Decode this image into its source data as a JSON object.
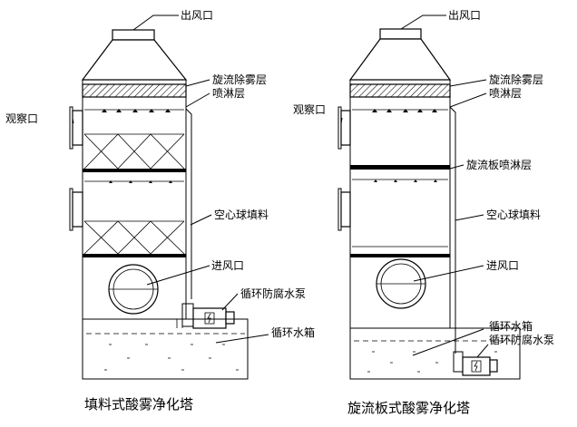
{
  "left_tower": {
    "caption": "填料式酸雾净化塔",
    "labels": {
      "outlet": "出风口",
      "demister": "旋流除雾层",
      "spray": "喷淋层",
      "window": "观察口",
      "packing": "空心球填料",
      "inlet": "进风口",
      "pump": "循环防腐水泵",
      "tank": "循环水箱"
    }
  },
  "right_tower": {
    "caption": "旋流板式酸雾净化塔",
    "labels": {
      "outlet": "出风口",
      "demister": "旋流除雾层",
      "spray": "喷淋层",
      "window": "观察口",
      "plate_spray": "旋流板喷淋层",
      "packing": "空心球填料",
      "inlet": "进风口",
      "tank": "循环水箱",
      "pump": "循环防腐水泵"
    }
  },
  "colors": {
    "line": "#000000",
    "background": "#ffffff",
    "hatch": "#000000"
  }
}
